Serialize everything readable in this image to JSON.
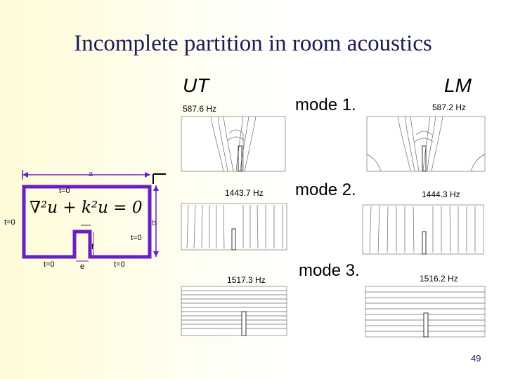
{
  "slide": {
    "title": "Incomplete partition in room acoustics",
    "page_number": "49"
  },
  "columns": {
    "left": "UT",
    "right": "LM"
  },
  "modes": [
    {
      "label": "mode 1.",
      "freq_ut": "587.6 Hz",
      "freq_lm": "587.2 Hz"
    },
    {
      "label": "mode 2.",
      "freq_ut": "1443.7 Hz",
      "freq_lm": "1444.3 Hz"
    },
    {
      "label": "mode 3.",
      "freq_ut": "1517.3 Hz",
      "freq_lm": "1516.2 Hz"
    }
  ],
  "diagram": {
    "equation": "∇²u + k²u = 0",
    "dim_a": "a",
    "dim_b": "b",
    "dim_f": "f",
    "dim_e": "e",
    "bc_top": "t=0",
    "bc_left": "t=0",
    "bc_right": "t=0",
    "bc_bottom_left": "t=0",
    "bc_bottom_right": "t=0"
  },
  "colors": {
    "wall": "#6a1fc0",
    "title": "#1a1a5e",
    "background": "#fffde8"
  }
}
